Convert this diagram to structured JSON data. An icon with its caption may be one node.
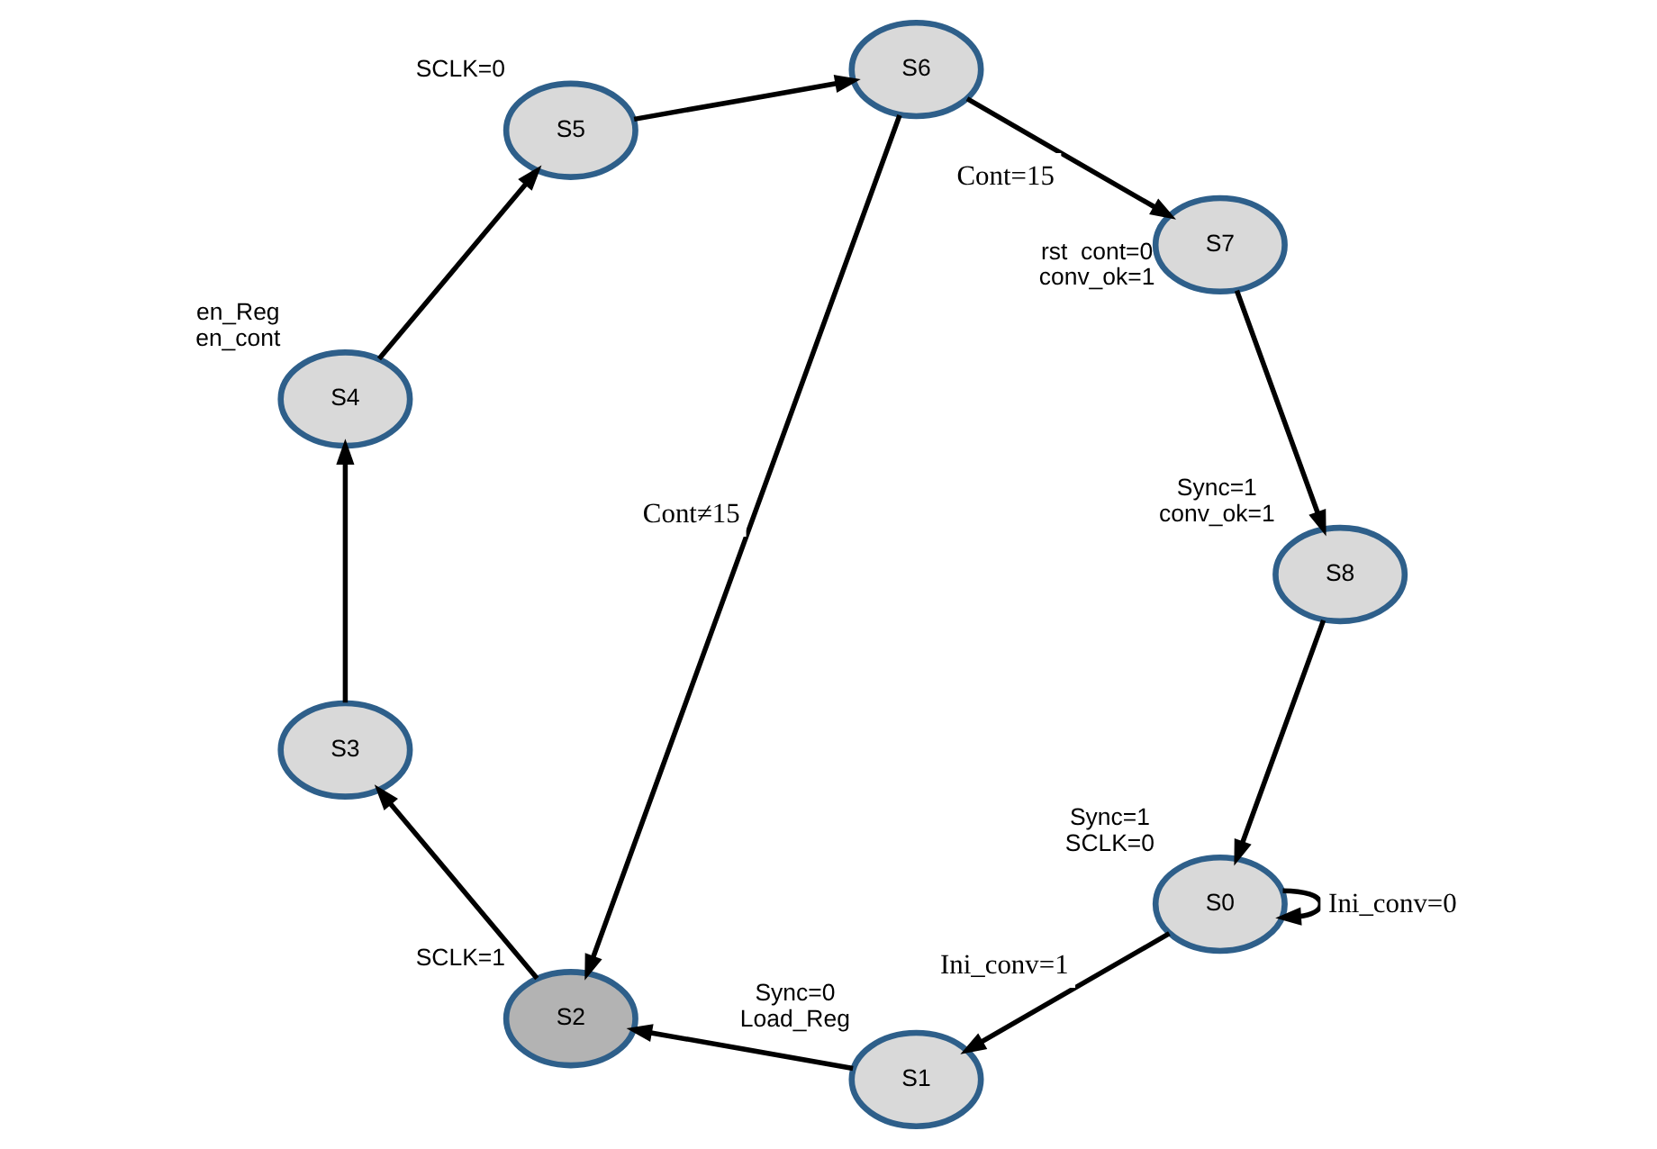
{
  "diagram": {
    "nodes": [
      {
        "text": [
          "S0"
        ],
        "beside": [
          "Sync=1",
          "SCLK=0"
        ]
      },
      {
        "text": [
          "S1"
        ],
        "beside": [
          "Sync=0",
          "Load_Reg"
        ]
      },
      {
        "text": [
          "S2"
        ],
        "beside": [
          "SCLK=1"
        ]
      },
      {
        "text": [
          "S3"
        ]
      },
      {
        "text": [
          "S4"
        ],
        "beside": [
          "en_Reg",
          "en_cont"
        ]
      },
      {
        "text": [
          "S5"
        ],
        "beside": [
          "SCLK=0"
        ]
      },
      {
        "text": [
          "S6"
        ]
      },
      {
        "text": [
          "S7"
        ],
        "beside": [
          "rst  cont=0",
          "conv_ok=1"
        ]
      },
      {
        "text": [
          "S8"
        ],
        "beside": [
          "Sync=1",
          "conv_ok=1"
        ]
      }
    ],
    "edges": [
      {
        "from": 0,
        "to": 0,
        "arrow": "to",
        "label": "Ini_conv=0"
      },
      {
        "from": 0,
        "to": 1,
        "arrow": "to",
        "label": "Ini_conv=1"
      },
      {
        "from": 1,
        "to": 2,
        "arrow": "to"
      },
      {
        "from": 2,
        "to": 3,
        "arrow": "to"
      },
      {
        "from": 3,
        "to": 4,
        "arrow": "to"
      },
      {
        "from": 4,
        "to": 5,
        "arrow": "to"
      },
      {
        "from": 5,
        "to": 6,
        "arrow": "to"
      },
      {
        "from": 6,
        "to": 7,
        "arrow": "to",
        "label": "Cont=15"
      },
      {
        "from": 6,
        "to": 2,
        "arrow": "to",
        "label": "Cont≠15"
      },
      {
        "from": 7,
        "to": 8,
        "arrow": "to"
      },
      {
        "from": 8,
        "to": 0,
        "arrow": "to"
      }
    ]
  }
}
